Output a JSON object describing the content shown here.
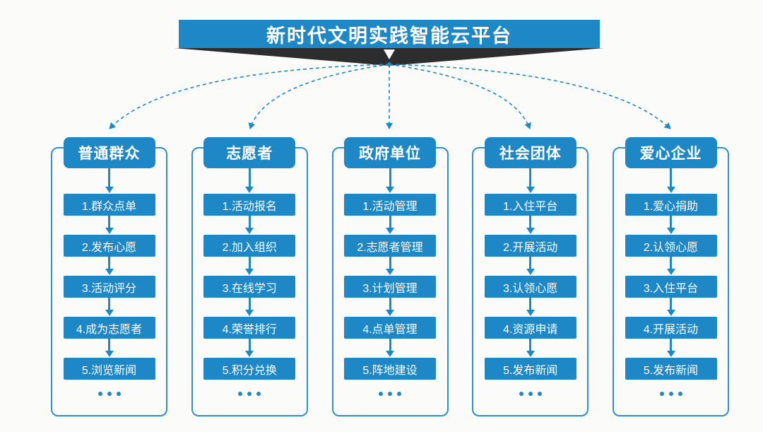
{
  "title": "新时代文明实践智能云平台",
  "more_indicator": "...",
  "colors": {
    "primary_blue": "#1E87C5",
    "panel_border_blue": "#2F8FCB",
    "ribbon_dark": "#2D2D2D",
    "background": "#FBFBFA",
    "text_on_blue": "#FFFFFF"
  },
  "columns": [
    {
      "header": "普通群众",
      "steps": [
        "1.群众点单",
        "2.发布心愿",
        "3.活动评分",
        "4.成为志愿者",
        "5.浏览新闻"
      ]
    },
    {
      "header": "志愿者",
      "steps": [
        "1.活动报名",
        "2.加入组织",
        "3.在线学习",
        "4.荣誉排行",
        "5.积分兑换"
      ]
    },
    {
      "header": "政府单位",
      "steps": [
        "1.活动管理",
        "2.志愿者管理",
        "3.计划管理",
        "4.点单管理",
        "5.阵地建设"
      ]
    },
    {
      "header": "社会团体",
      "steps": [
        "1.入住平台",
        "2.开展活动",
        "3.认领心愿",
        "4.资源申请",
        "5.发布新闻"
      ]
    },
    {
      "header": "爱心企业",
      "steps": [
        "1.爱心捐助",
        "2.认领心愿",
        "3.入住平台",
        "4.开展活动",
        "5.发布新闻"
      ]
    }
  ]
}
